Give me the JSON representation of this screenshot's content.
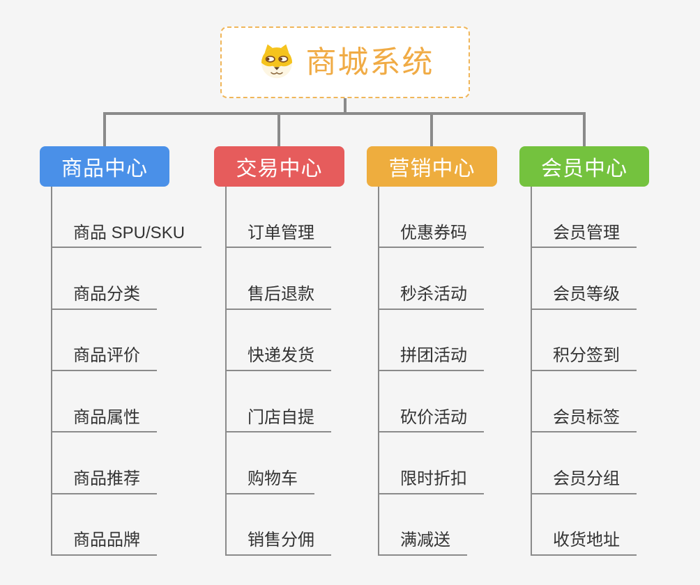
{
  "root": {
    "title": "商城系统",
    "icon": "dog-face-icon"
  },
  "colors": {
    "background": "#f5f5f5",
    "connector": "#8a8a8a",
    "root_border": "#f0b65a",
    "root_title": "#f0ab45",
    "item_text": "#333333",
    "item_underline": "#8a8a8a",
    "branch_blue": "#4a90e8",
    "branch_red": "#e65c5c",
    "branch_orange": "#eead3e",
    "branch_green": "#74c23e"
  },
  "branches": [
    {
      "label": "商品中心",
      "color": "#4a90e8",
      "items": [
        "商品 SPU/SKU",
        "商品分类",
        "商品评价",
        "商品属性",
        "商品推荐",
        "商品品牌"
      ]
    },
    {
      "label": "交易中心",
      "color": "#e65c5c",
      "items": [
        "订单管理",
        "售后退款",
        "快递发货",
        "门店自提",
        "购物车",
        "销售分佣"
      ]
    },
    {
      "label": "营销中心",
      "color": "#eead3e",
      "items": [
        "优惠券码",
        "秒杀活动",
        "拼团活动",
        "砍价活动",
        "限时折扣",
        "满减送"
      ]
    },
    {
      "label": "会员中心",
      "color": "#74c23e",
      "items": [
        "会员管理",
        "会员等级",
        "积分签到",
        "会员标签",
        "会员分组",
        "收货地址"
      ]
    }
  ]
}
